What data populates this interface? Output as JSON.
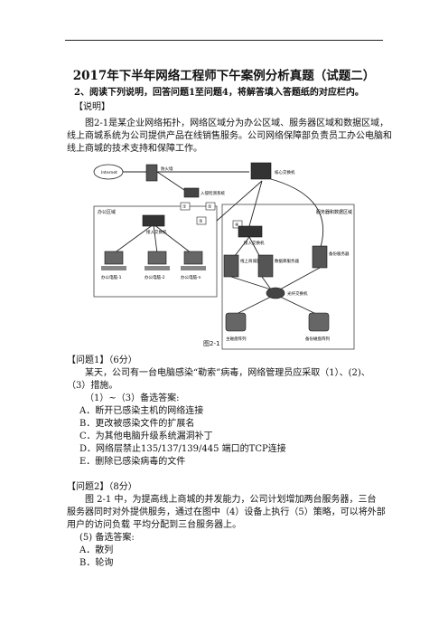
{
  "title": "2017年下半年网络工程师下午案例分析真题（试题二）",
  "instruction": "2、阅读下列说明，回答问题1至问题4，将解答填入答题纸的对应栏内。",
  "explain_heading": "【说明】",
  "explain_text": "图2-1是某企业网络拓扑，网络区域分为办公区域、服务器区域和数据区域，线上商城系统为公司提供产品在线销售服务。公司网络保障部负责员工办公电脑和线上商城的技术支持和保障工作。",
  "diagram": {
    "internet": "Internet",
    "firewall": "防火墙",
    "ids": "入侵检测系统",
    "core_switch": "核心交换机",
    "office_zone": "办公区域",
    "office_access": "接入交换机",
    "pc1": "办公电脑-1",
    "pc2": "办公电脑-2",
    "pcn": "办公电脑-n",
    "server_zone": "服务器和数据区域",
    "server_access": "接入交换机",
    "web_server": "线上商城服务器",
    "db_server": "数据库服务器",
    "backup_server": "备份服务器",
    "storage_switch": "光纤交换机",
    "main_storage": "主磁盘阵列",
    "backup_storage": "备份磁盘阵列",
    "num1": "①",
    "num2": "②",
    "num3": "③",
    "num4": "④",
    "caption": "图2-1"
  },
  "q1": {
    "heading": "【问题1】（6分）",
    "text1": "某天，公司有一台电脑感染“勒索”病毒，网络管理员应采取（1）、(2)、",
    "text2": "（3）措施。",
    "options_head": "（1）~（3）备选答案:",
    "options": [
      "A．断开已感染主机的网络连接",
      "B．更改被感染文件的扩展名",
      "C．为其他电脑升级系统漏洞补丁",
      "D．网络层禁止135/137/139/445 端口的TCP连接",
      "E．删除已感染病毒的文件"
    ]
  },
  "q2": {
    "heading": "【问题2】（8分）",
    "text1": "图 2-1 中，为提高线上商城的并发能力，公司计划增加两台服务器，三台",
    "text2": "服务器同时对外提供服务，通过在图中（4）设备上执行（5）策略，可以将外部",
    "text3": "用户的访问负载 平均分配到三台服务器上。",
    "options_head": "(5) 备选答案:",
    "options": [
      "A．散列",
      "B．轮询"
    ]
  }
}
